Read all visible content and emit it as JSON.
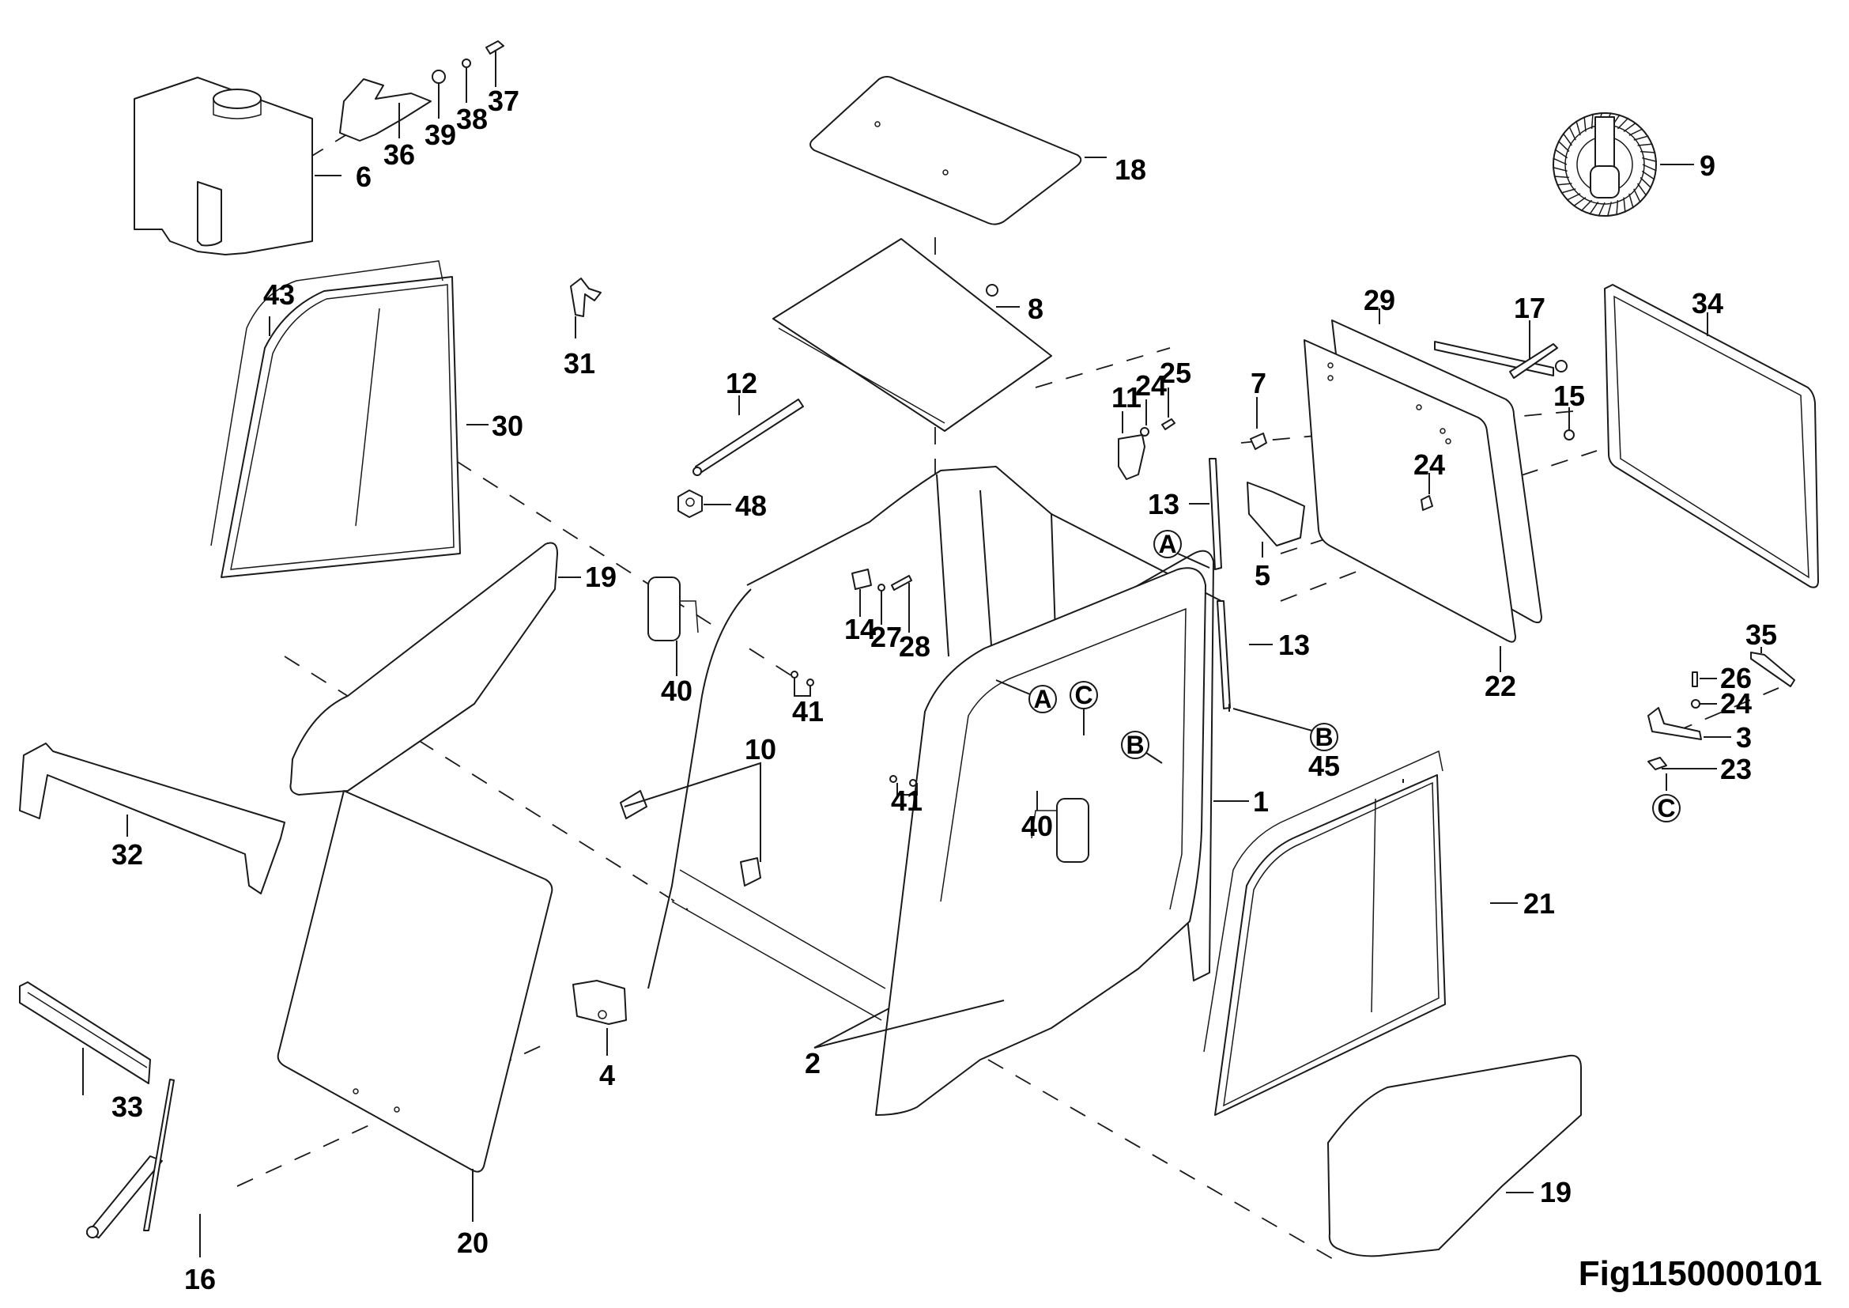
{
  "figure_id": "Fig1150000101",
  "part_callouts": [
    {
      "id": "c1",
      "label": "1"
    },
    {
      "id": "c2",
      "label": "2"
    },
    {
      "id": "c3",
      "label": "3"
    },
    {
      "id": "c4",
      "label": "4"
    },
    {
      "id": "c5",
      "label": "5"
    },
    {
      "id": "c6",
      "label": "6"
    },
    {
      "id": "c7",
      "label": "7"
    },
    {
      "id": "c8",
      "label": "8"
    },
    {
      "id": "c9",
      "label": "9"
    },
    {
      "id": "c10",
      "label": "10"
    },
    {
      "id": "c11",
      "label": "11"
    },
    {
      "id": "c12",
      "label": "12"
    },
    {
      "id": "c13a",
      "label": "13"
    },
    {
      "id": "c13b",
      "label": "13"
    },
    {
      "id": "c14",
      "label": "14"
    },
    {
      "id": "c15",
      "label": "15"
    },
    {
      "id": "c16",
      "label": "16"
    },
    {
      "id": "c17",
      "label": "17"
    },
    {
      "id": "c18",
      "label": "18"
    },
    {
      "id": "c19a",
      "label": "19"
    },
    {
      "id": "c19b",
      "label": "19"
    },
    {
      "id": "c20",
      "label": "20"
    },
    {
      "id": "c21",
      "label": "21"
    },
    {
      "id": "c22",
      "label": "22"
    },
    {
      "id": "c23",
      "label": "23"
    },
    {
      "id": "c24a",
      "label": "24"
    },
    {
      "id": "c24b",
      "label": "24"
    },
    {
      "id": "c24c",
      "label": "24"
    },
    {
      "id": "c25",
      "label": "25"
    },
    {
      "id": "c26",
      "label": "26"
    },
    {
      "id": "c27",
      "label": "27"
    },
    {
      "id": "c28",
      "label": "28"
    },
    {
      "id": "c29",
      "label": "29"
    },
    {
      "id": "c30",
      "label": "30"
    },
    {
      "id": "c31",
      "label": "31"
    },
    {
      "id": "c32",
      "label": "32"
    },
    {
      "id": "c33",
      "label": "33"
    },
    {
      "id": "c34",
      "label": "34"
    },
    {
      "id": "c35",
      "label": "35"
    },
    {
      "id": "c36",
      "label": "36"
    },
    {
      "id": "c37",
      "label": "37"
    },
    {
      "id": "c38",
      "label": "38"
    },
    {
      "id": "c39",
      "label": "39"
    },
    {
      "id": "c40a",
      "label": "40"
    },
    {
      "id": "c40b",
      "label": "40"
    },
    {
      "id": "c41a",
      "label": "41"
    },
    {
      "id": "c41b",
      "label": "41"
    },
    {
      "id": "c43",
      "label": "43"
    },
    {
      "id": "c45",
      "label": "45"
    },
    {
      "id": "c48",
      "label": "48"
    }
  ],
  "reference_markers": [
    {
      "id": "rA1",
      "label": "A"
    },
    {
      "id": "rA2",
      "label": "A"
    },
    {
      "id": "rB1",
      "label": "B"
    },
    {
      "id": "rB2",
      "label": "B"
    },
    {
      "id": "rC1",
      "label": "C"
    },
    {
      "id": "rC2",
      "label": "C"
    }
  ],
  "parts": {
    "washer_reservoir": "6",
    "roof_panel": "18",
    "sunshade_roller": "8",
    "blower_fan": "9",
    "cab_frame": "1",
    "door": "2",
    "rear_window_glass": "22",
    "rear_window_seal": "29",
    "front_window_seal": "34",
    "left_side_glass": "30",
    "right_side_glass": "21",
    "front_windshield": "20",
    "lower_glass_left": "19",
    "lower_glass_right": "19"
  }
}
